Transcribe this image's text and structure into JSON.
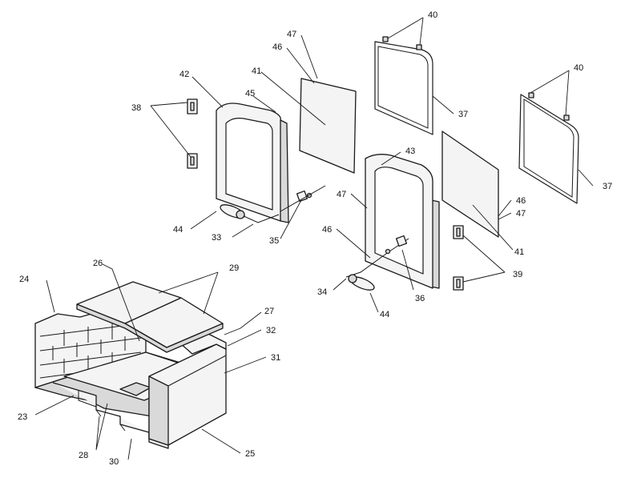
{
  "callouts": {
    "c23": "23",
    "c24": "24",
    "c25": "25",
    "c26": "26",
    "c27": "27",
    "c28": "28",
    "c29": "29",
    "c30": "30",
    "c31": "31",
    "c32": "32",
    "c33": "33",
    "c34": "34",
    "c35": "35",
    "c36": "36",
    "c37a": "37",
    "c37b": "37",
    "c38": "38",
    "c39": "39",
    "c40a": "40",
    "c40b": "40",
    "c41a": "41",
    "c41b": "41",
    "c42": "42",
    "c43": "43",
    "c44a": "44",
    "c44b": "44",
    "c45": "45",
    "c46a": "46",
    "c46b": "46",
    "c46c": "46",
    "c47a": "47",
    "c47b": "47",
    "c47c": "47"
  },
  "colors": {
    "line": "#1a1a1a",
    "fill": "#f4f4f4",
    "shade": "#d9d9d9",
    "background": "#ffffff"
  }
}
